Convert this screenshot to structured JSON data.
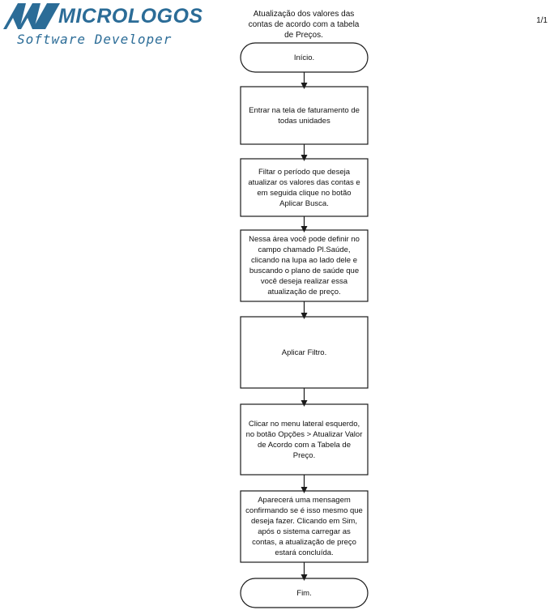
{
  "header": {
    "logo_word": "MICROLOGOS",
    "logo_tagline": "Software Developer",
    "title": "Atualização dos valores das contas de acordo com a tabela de Preços.",
    "page_number": "1/1"
  },
  "flowchart": {
    "start": "Início.",
    "steps": [
      "Entrar na  tela de faturamento de todas unidades",
      "Filtar o período que deseja atualizar os valores das contas e em seguida clique no botão Aplicar Busca.",
      "Nessa área você pode definir no campo chamado Pl.Saúde, clicando na lupa ao lado dele e buscando o plano de saúde que você deseja realizar essa atualização de preço.",
      "Aplicar Filtro.",
      "Clicar no menu lateral esquerdo, no botão Opções > Atualizar Valor de Acordo com a Tabela de Preço.",
      "Aparecerá uma mensagem confirmando se é isso mesmo que deseja fazer. Clicando em Sim, após o sistema carregar as contas, a atualização de preço estará concluída."
    ],
    "end": "Fim."
  },
  "colors": {
    "logo_blue": "#2b6c97",
    "stroke": "#1a1a1a"
  }
}
